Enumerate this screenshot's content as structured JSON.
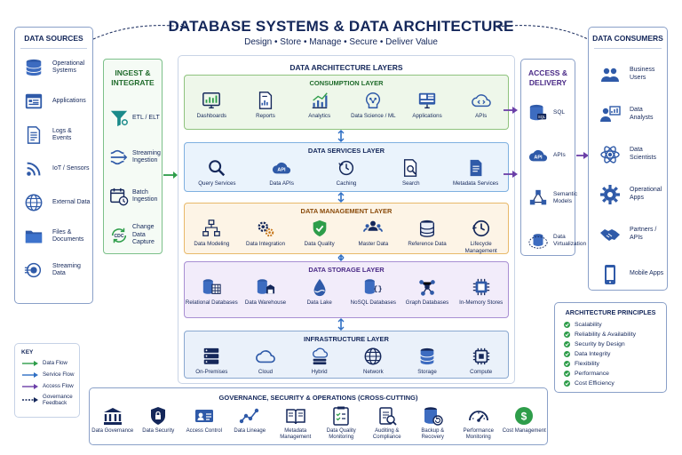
{
  "title": "DATABASE SYSTEMS & DATA ARCHITECTURE",
  "subtitle": "Design  •  Store  •  Manage  •  Secure  •  Deliver Value",
  "sources": {
    "heading": "DATA SOURCES",
    "items": [
      {
        "label": "Operational Systems",
        "icon": "database-icon"
      },
      {
        "label": "Applications",
        "icon": "app-window-icon"
      },
      {
        "label": "Logs & Events",
        "icon": "log-file-icon"
      },
      {
        "label": "IoT / Sensors",
        "icon": "iot-signal-icon"
      },
      {
        "label": "External Data",
        "icon": "globe-icon"
      },
      {
        "label": "Files & Documents",
        "icon": "folder-icon"
      },
      {
        "label": "Streaming Data",
        "icon": "stream-icon"
      }
    ]
  },
  "ingest": {
    "heading": "INGEST & INTEGRATE",
    "items": [
      {
        "label": "ETL / ELT",
        "icon": "funnel-gear-icon"
      },
      {
        "label": "Streaming Ingestion",
        "icon": "stream-lines-icon"
      },
      {
        "label": "Batch Ingestion",
        "icon": "calendar-clock-icon"
      },
      {
        "label": "Change Data Capture",
        "icon": "cdc-cycle-icon"
      }
    ]
  },
  "architecture": {
    "heading": "DATA ARCHITECTURE LAYERS",
    "layers": [
      {
        "name": "CONSUMPTION LAYER",
        "bg": "#eef7ea",
        "border": "#8fc37e",
        "color": "#1f6b2b",
        "items": [
          "Dashboards",
          "Reports",
          "Analytics",
          "Data Science / ML",
          "Applications",
          "APIs"
        ]
      },
      {
        "name": "DATA SERVICES LAYER",
        "bg": "#eaf3fc",
        "border": "#7fb0e0",
        "color": "#14275a",
        "items": [
          "Query Services",
          "Data APIs",
          "Caching",
          "Search",
          "Metadata Services"
        ]
      },
      {
        "name": "DATA MANAGEMENT LAYER",
        "bg": "#fdf4e6",
        "border": "#e8b96a",
        "color": "#8a4b0b",
        "items": [
          "Data Modeling",
          "Data Integration",
          "Data Quality",
          "Master Data",
          "Reference Data",
          "Lifecycle Management"
        ]
      },
      {
        "name": "DATA STORAGE LAYER",
        "bg": "#f2ecfa",
        "border": "#a88fd3",
        "color": "#4a2a86",
        "items": [
          "Relational Databases",
          "Data Warehouse",
          "Data Lake",
          "NoSQL Databases",
          "Graph Databases",
          "In-Memory Stores"
        ]
      },
      {
        "name": "INFRASTRUCTURE LAYER",
        "bg": "#eaf1fa",
        "border": "#8aa8d0",
        "color": "#14275a",
        "items": [
          "On-Premises",
          "Cloud",
          "Hybrid",
          "Network",
          "Storage",
          "Compute"
        ]
      }
    ]
  },
  "access": {
    "heading": "ACCESS & DELIVERY",
    "items": [
      {
        "label": "SQL",
        "icon": "sql-database-icon"
      },
      {
        "label": "APIs",
        "icon": "api-cloud-icon"
      },
      {
        "label": "Semantic Models",
        "icon": "network-cubes-icon"
      },
      {
        "label": "Data Virtualization",
        "icon": "virtual-database-icon"
      }
    ]
  },
  "consumers": {
    "heading": "DATA CONSUMERS",
    "items": [
      {
        "label": "Business Users",
        "icon": "users-icon"
      },
      {
        "label": "Data Analysts",
        "icon": "analyst-icon"
      },
      {
        "label": "Data Scientists",
        "icon": "atom-icon"
      },
      {
        "label": "Operational Apps",
        "icon": "gear-icon"
      },
      {
        "label": "Partners / APIs",
        "icon": "handshake-icon"
      },
      {
        "label": "Mobile Apps",
        "icon": "mobile-icon"
      }
    ]
  },
  "key": {
    "heading": "KEY",
    "items": [
      {
        "label": "Data Flow",
        "color": "#2e9d4a",
        "style": "solid"
      },
      {
        "label": "Service Flow",
        "color": "#2f6fc4",
        "style": "solid"
      },
      {
        "label": "Access Flow",
        "color": "#6b3fa8",
        "style": "solid"
      },
      {
        "label": "Governance Feedback",
        "color": "#14275a",
        "style": "dashed"
      }
    ]
  },
  "principles": {
    "heading": "ARCHITECTURE PRINCIPLES",
    "items": [
      "Scalability",
      "Reliability & Availability",
      "Security by Design",
      "Data Integrity",
      "Flexibility",
      "Performance",
      "Cost Efficiency"
    ]
  },
  "governance": {
    "heading": "GOVERNANCE, SECURITY & OPERATIONS (CROSS-CUTTING)",
    "items": [
      "Data Governance",
      "Data Security",
      "Access Control",
      "Data Lineage",
      "Metadata Management",
      "Data Quality Monitoring",
      "Auditing & Compliance",
      "Backup & Recovery",
      "Performance Monitoring",
      "Cost Management"
    ]
  },
  "colors": {
    "navy": "#14275a",
    "green": "#2e9d4a",
    "blue": "#2f6fc4",
    "purple": "#6b3fa8"
  }
}
